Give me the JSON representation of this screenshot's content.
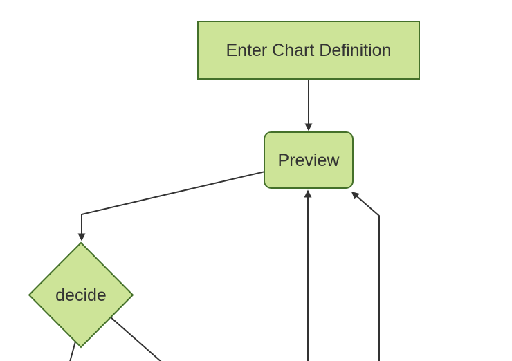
{
  "diagram": {
    "type": "flowchart",
    "direction": "top-down",
    "background_color": "#ffffff",
    "node_fill_color": "#cde498",
    "node_border_color": "#44702a",
    "edge_color": "#333333",
    "text_color": "#333333",
    "nodes": [
      {
        "id": "enter-chart-definition",
        "shape": "rectangle",
        "label": "Enter Chart Definition"
      },
      {
        "id": "preview",
        "shape": "rounded-rectangle",
        "label": "Preview"
      },
      {
        "id": "decide",
        "shape": "diamond",
        "label": "decide"
      }
    ],
    "edges": [
      {
        "from": "enter-chart-definition",
        "to": "preview",
        "arrowhead": true
      },
      {
        "from": "preview",
        "to": "decide",
        "arrowhead": true
      },
      {
        "from": "offscreen-bottom",
        "to": "preview",
        "arrowhead": true
      },
      {
        "from": "offscreen-bottom-right",
        "to": "preview",
        "arrowhead": true
      },
      {
        "from": "decide",
        "to": "offscreen-bottom-left",
        "arrowhead": false
      },
      {
        "from": "decide",
        "to": "offscreen-bottom-right",
        "arrowhead": false
      }
    ]
  }
}
